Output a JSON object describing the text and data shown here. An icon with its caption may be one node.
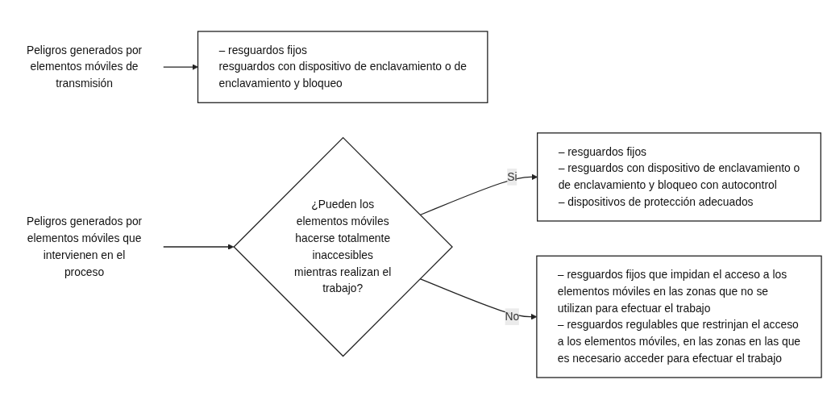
{
  "diagram": {
    "nodes": [
      {
        "text": [
          "Peligros generados por elementos móviles de transmisión"
        ]
      },
      {
        "text": [
          "– resguardos fijos",
          "resguardos con dispositivo de enclavamiento o de enclavamiento y bloqueo"
        ]
      },
      {
        "text": [
          "Peligros generados por elementos móviles que intervienen en el proceso"
        ]
      },
      {
        "text": [
          "¿Pueden los elementos móviles hacerse totalmente inaccesibles mientras realizan el trabajo?"
        ]
      },
      {
        "text": [
          "– resguardos fijos",
          "– resguardos con dispositivo de enclavamiento o de enclavamiento y bloqueo con autocontrol",
          "– dispositivos de protección adecuados"
        ]
      },
      {
        "text": [
          "– resguardos fijos que impidan el acceso a los elementos móviles en las zonas que no se utilizan para efectuar el trabajo",
          "– resguardos regulables que restrinjan el acceso a los elementos móviles, en las zonas en las que es necesario acceder para efectuar el trabajo"
        ]
      }
    ],
    "edges": [
      {
        "from": 0,
        "to": 1,
        "arrow": "to"
      },
      {
        "from": 2,
        "to": 3,
        "arrow": "to"
      },
      {
        "from": 3,
        "to": 4,
        "arrow": "to",
        "label": "Si"
      },
      {
        "from": 3,
        "to": 5,
        "arrow": "to",
        "label": "No"
      }
    ]
  }
}
